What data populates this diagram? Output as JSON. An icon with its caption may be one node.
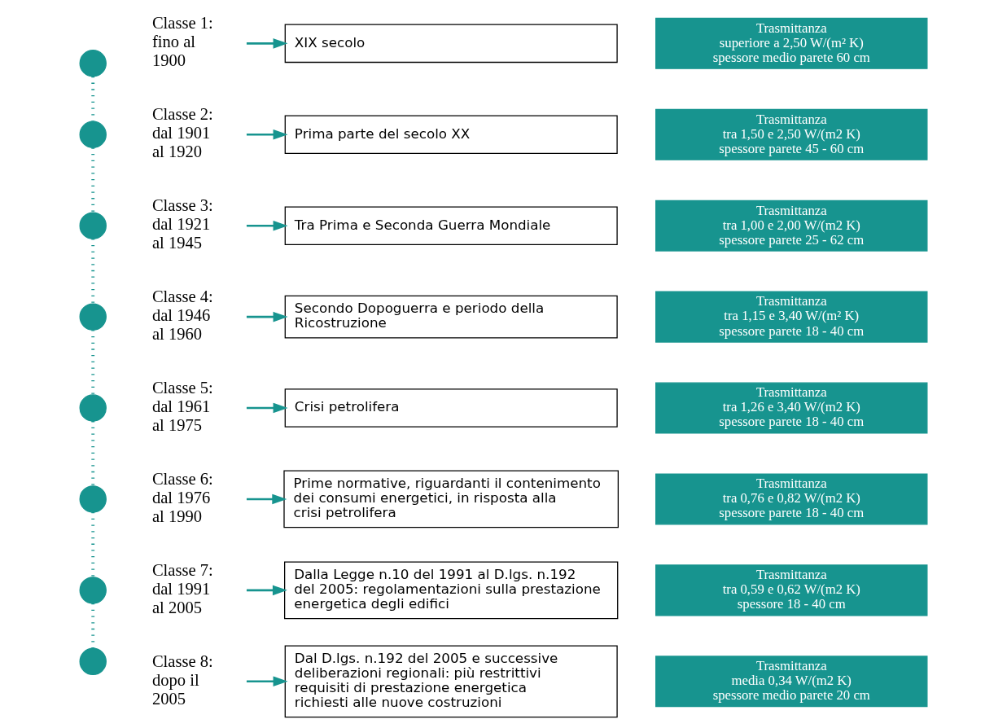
{
  "diagram": {
    "nodes": [
      {
        "text": [],
        "shape": "circle"
      },
      {
        "text": [
          "Classe 1: fino al 1900"
        ]
      },
      {
        "text": [
          "XIX secolo"
        ]
      },
      {
        "text": [
          "Trasmittanza",
          "superiore a 2,50 W/(m² K)",
          "spessore medio parete 60 cm"
        ]
      },
      {
        "text": [],
        "shape": "circle"
      },
      {
        "text": [
          "Classe 2: dal 1901 al 1920"
        ]
      },
      {
        "text": [
          "Prima parte del secolo XX"
        ]
      },
      {
        "text": [
          "Trasmittanza",
          "tra 1,50 e 2,50 W/(m2 K)",
          "spessore parete 45 - 60 cm"
        ]
      },
      {
        "text": [],
        "shape": "circle"
      },
      {
        "text": [
          "Classe 3: dal 1921 al 1945"
        ]
      },
      {
        "text": [
          "Tra Prima e Seconda Guerra Mondiale"
        ]
      },
      {
        "text": [
          "Trasmittanza",
          "tra 1,00 e 2,00 W/(m2 K)",
          "spessore parete 25 - 62 cm"
        ]
      },
      {
        "text": [],
        "shape": "circle"
      },
      {
        "text": [
          "Classe 4: dal 1946 al 1960"
        ]
      },
      {
        "text": [
          "Secondo Dopoguerra e periodo della Ricostruzione"
        ]
      },
      {
        "text": [
          "Trasmittanza",
          "tra 1,15 e 3,40 W/(m² K)",
          "spessore parete 18 - 40 cm"
        ]
      },
      {
        "text": [],
        "shape": "circle"
      },
      {
        "text": [
          "Classe 5: dal 1961 al 1975"
        ]
      },
      {
        "text": [
          "Crisi petrolifera"
        ]
      },
      {
        "text": [
          "Trasmittanza",
          "tra 1,26 e 3,40 W/(m2 K)",
          "spessore parete 18 - 40 cm"
        ]
      },
      {
        "text": [],
        "shape": "circle"
      },
      {
        "text": [
          "Classe 6: dal 1976 al 1990"
        ]
      },
      {
        "text": [
          "Prime normative, riguardanti il contenimento dei consumi energetici, in risposta alla crisi petrolifera"
        ]
      },
      {
        "text": [
          "Trasmittanza",
          "tra 0,76 e 0,82 W/(m2 K)",
          "spessore parete 18 - 40 cm"
        ]
      },
      {
        "text": [],
        "shape": "circle"
      },
      {
        "text": [
          "Classe 7: dal 1991 al 2005"
        ]
      },
      {
        "text": [
          "Dalla Legge n.10 del 1991 al D.lgs. n.192 del 2005: regolamentazioni sulla prestazione energetica degli edifici"
        ]
      },
      {
        "text": [
          "Trasmittanza",
          "tra 0,59 e 0,62 W/(m2 K)",
          "spessore 18 - 40 cm"
        ]
      },
      {
        "text": [],
        "shape": "circle"
      },
      {
        "text": [
          "Classe 8: dopo il 2005"
        ]
      },
      {
        "text": [
          "Dal D.lgs. n.192 del 2005 e successive deliberazioni regionali: più restrittivi requisiti di prestazione energetica richiesti alle nuove costruzioni"
        ]
      },
      {
        "text": [
          "Trasmittanza",
          "media 0,34 W/(m2 K)",
          "spessore medio parete 20 cm"
        ]
      }
    ],
    "edges": [
      {
        "from": 0,
        "to": 4,
        "arrow": "none",
        "style": "dashed"
      },
      {
        "from": 4,
        "to": 8,
        "arrow": "none",
        "style": "dashed"
      },
      {
        "from": 8,
        "to": 12,
        "arrow": "none",
        "style": "dashed"
      },
      {
        "from": 12,
        "to": 16,
        "arrow": "none",
        "style": "dashed"
      },
      {
        "from": 16,
        "to": 20,
        "arrow": "none",
        "style": "dashed"
      },
      {
        "from": 20,
        "to": 24,
        "arrow": "none",
        "style": "dashed"
      },
      {
        "from": 24,
        "to": 28,
        "arrow": "none",
        "style": "dashed"
      },
      {
        "from": 1,
        "to": 2,
        "arrow": "to"
      },
      {
        "from": 5,
        "to": 6,
        "arrow": "to"
      },
      {
        "from": 9,
        "to": 10,
        "arrow": "to"
      },
      {
        "from": 13,
        "to": 14,
        "arrow": "to"
      },
      {
        "from": 17,
        "to": 18,
        "arrow": "to"
      },
      {
        "from": 21,
        "to": 22,
        "arrow": "to"
      },
      {
        "from": 25,
        "to": 26,
        "arrow": "to"
      },
      {
        "from": 29,
        "to": 30,
        "arrow": "to"
      }
    ]
  }
}
